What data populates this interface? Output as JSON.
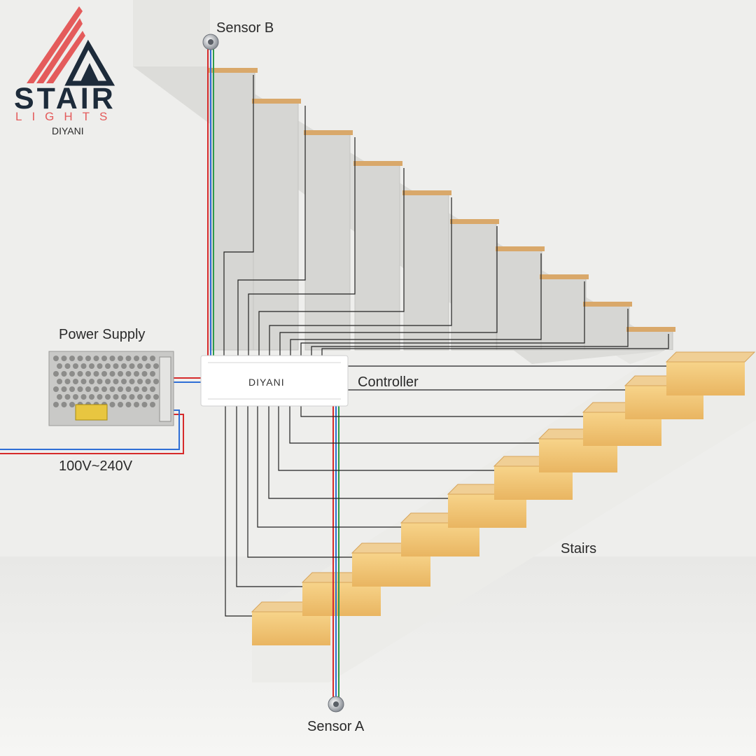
{
  "logo": {
    "word": "STAIR",
    "sub": "LIGHTS",
    "brand": "DIYANI",
    "colors": {
      "dark": "#1d2b3a",
      "accent": "#e45b5b"
    }
  },
  "labels": {
    "sensor_b": "Sensor B",
    "sensor_a": "Sensor A",
    "power_supply": "Power Supply",
    "controller": "Controller",
    "voltage": "100V~240V",
    "stairs": "Stairs"
  },
  "controller": {
    "brand": "DIYANI"
  },
  "wire_colors": {
    "red": "#d62a2a",
    "blue": "#2f6fd6",
    "green": "#2f9a4a",
    "black": "#222222"
  },
  "icons": [
    "sensor-icon",
    "power-supply-icon",
    "controller-icon"
  ]
}
